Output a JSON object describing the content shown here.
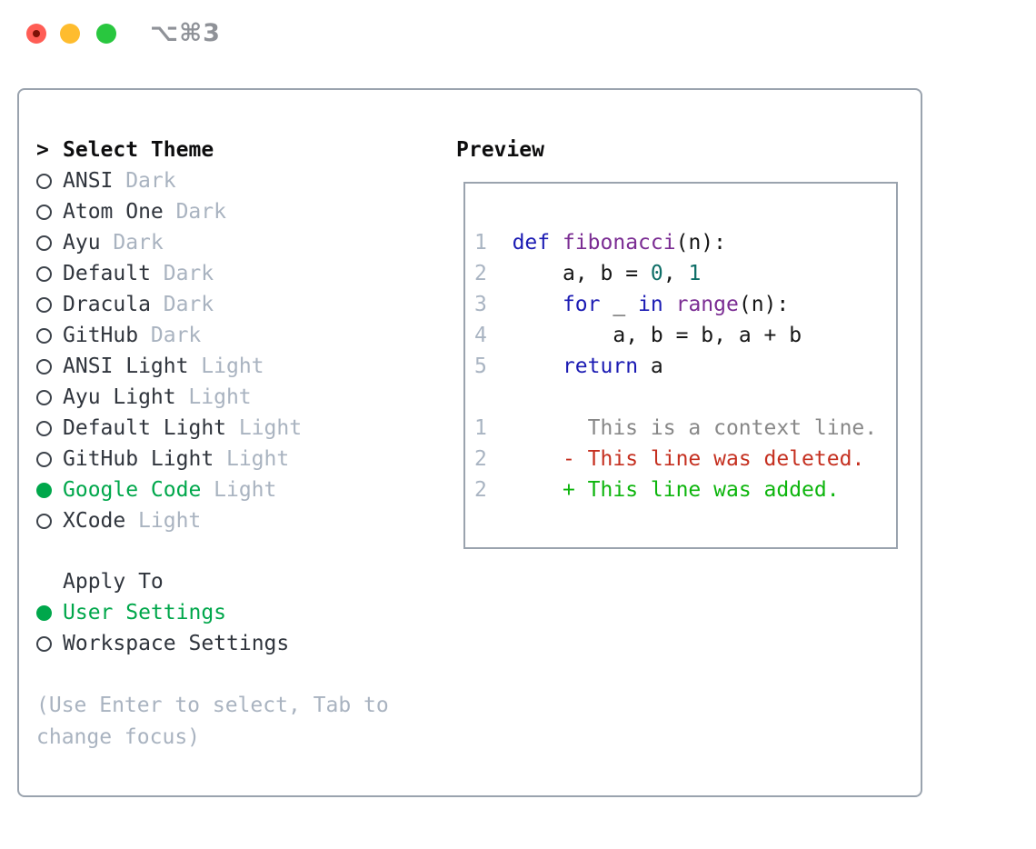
{
  "window": {
    "title": "⌥⌘3",
    "buttons": {
      "close": "close",
      "minimize": "minimize",
      "zoom": "zoom"
    }
  },
  "theme_picker": {
    "header": {
      "arrow": ">",
      "label": "Select Theme"
    },
    "themes": [
      {
        "name": "ANSI",
        "variant": "Dark",
        "selected": false
      },
      {
        "name": "Atom One",
        "variant": "Dark",
        "selected": false
      },
      {
        "name": "Ayu",
        "variant": "Dark",
        "selected": false
      },
      {
        "name": "Default",
        "variant": "Dark",
        "selected": false
      },
      {
        "name": "Dracula",
        "variant": "Dark",
        "selected": false
      },
      {
        "name": "GitHub",
        "variant": "Dark",
        "selected": false
      },
      {
        "name": "ANSI Light",
        "variant": "Light",
        "selected": false
      },
      {
        "name": "Ayu Light",
        "variant": "Light",
        "selected": false
      },
      {
        "name": "Default Light",
        "variant": "Light",
        "selected": false
      },
      {
        "name": "GitHub Light",
        "variant": "Light",
        "selected": false
      },
      {
        "name": "Google Code",
        "variant": "Light",
        "selected": true
      },
      {
        "name": "XCode",
        "variant": "Light",
        "selected": false
      }
    ],
    "apply_to": {
      "label": "Apply To",
      "options": [
        {
          "name": "User Settings",
          "selected": true
        },
        {
          "name": "Workspace Settings",
          "selected": false
        }
      ]
    },
    "help_lines": [
      "(Use Enter to select, Tab to",
      "change focus)"
    ]
  },
  "preview": {
    "label": "Preview",
    "lines": [
      [
        {
          "t": "1",
          "s": "ln"
        },
        {
          "t": "  ",
          "s": "pl"
        },
        {
          "t": "def",
          "s": "kw"
        },
        {
          "t": " ",
          "s": "pl"
        },
        {
          "t": "fibonacci",
          "s": "fn"
        },
        {
          "t": "(n):",
          "s": "pl"
        }
      ],
      [
        {
          "t": "2",
          "s": "ln"
        },
        {
          "t": "      ",
          "s": "pl"
        },
        {
          "t": "a, b = ",
          "s": "pl"
        },
        {
          "t": "0",
          "s": "num"
        },
        {
          "t": ", ",
          "s": "pl"
        },
        {
          "t": "1",
          "s": "num"
        }
      ],
      [
        {
          "t": "3",
          "s": "ln"
        },
        {
          "t": "      ",
          "s": "pl"
        },
        {
          "t": "for",
          "s": "kw"
        },
        {
          "t": " _ ",
          "s": "pl"
        },
        {
          "t": "in",
          "s": "kw"
        },
        {
          "t": " ",
          "s": "pl"
        },
        {
          "t": "range",
          "s": "fn"
        },
        {
          "t": "(n):",
          "s": "pl"
        }
      ],
      [
        {
          "t": "4",
          "s": "ln"
        },
        {
          "t": "          ",
          "s": "pl"
        },
        {
          "t": "a, b = b, a + b",
          "s": "pl"
        }
      ],
      [
        {
          "t": "5",
          "s": "ln"
        },
        {
          "t": "      ",
          "s": "pl"
        },
        {
          "t": "return",
          "s": "kw"
        },
        {
          "t": " a",
          "s": "pl"
        }
      ],
      [],
      [
        {
          "t": "1",
          "s": "ln"
        },
        {
          "t": "        ",
          "s": "pl"
        },
        {
          "t": "This is a context line.",
          "s": "ctx"
        }
      ],
      [
        {
          "t": "2",
          "s": "ln"
        },
        {
          "t": "      ",
          "s": "pl"
        },
        {
          "t": "- This line was deleted.",
          "s": "del"
        }
      ],
      [
        {
          "t": "2",
          "s": "ln"
        },
        {
          "t": "      ",
          "s": "pl"
        },
        {
          "t": "+ This line was added.",
          "s": "add"
        }
      ]
    ]
  },
  "colors": {
    "selection_green": "#00a74b",
    "diff_added_green": "#0db50d",
    "diff_deleted_red": "#c53020",
    "diff_context_gray": "#888888",
    "keyword_blue": "#1b1bb3",
    "function_purple": "#7b2d93",
    "number_teal": "#0e6e67",
    "muted_gray": "#a9b3c0",
    "panel_border": "#9aa3ae",
    "traffic_red": "#ff5d55",
    "traffic_yellow": "#febc2e",
    "traffic_green": "#29c73f"
  }
}
